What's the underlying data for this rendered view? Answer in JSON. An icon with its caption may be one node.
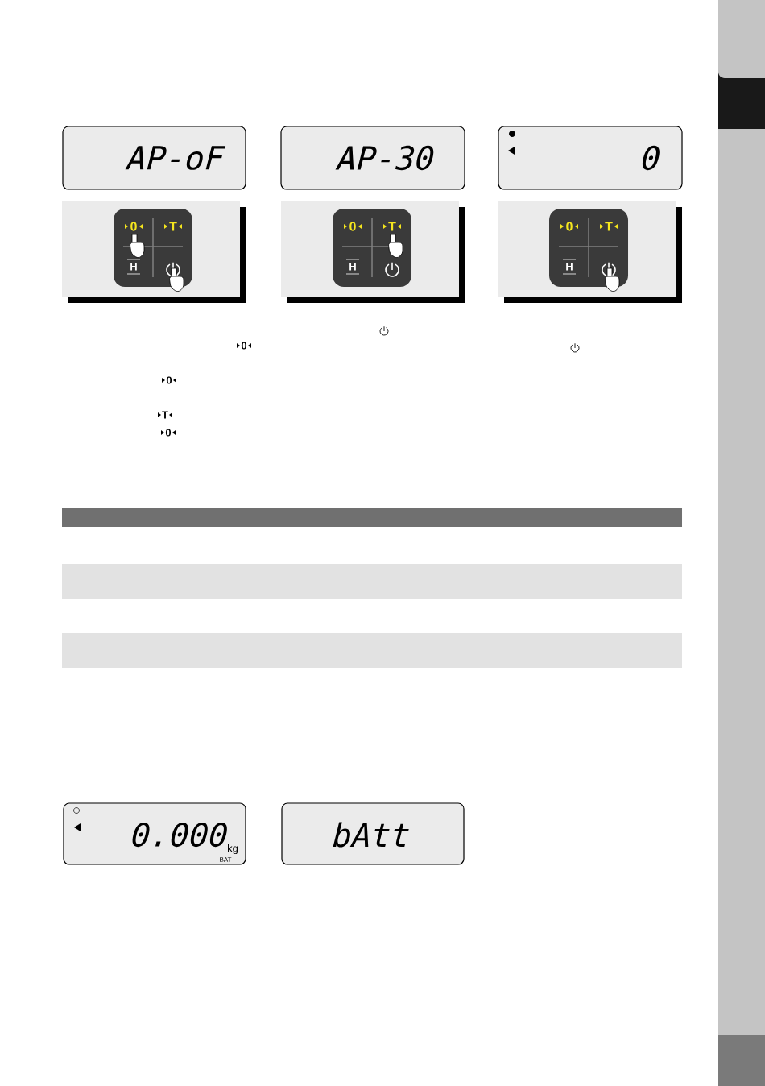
{
  "diagram": {
    "nodes": [
      {
        "text": [
          "AP-oF"
        ]
      },
      {
        "text": [
          "AP-30"
        ]
      },
      {
        "text": [
          "0"
        ]
      },
      {
        "text": [
          "0.000",
          "kg",
          "BAT"
        ]
      },
      {
        "text": [
          "bAtt"
        ]
      }
    ],
    "labels": [
      "0",
      "T",
      "H",
      "0",
      "T",
      "H",
      "0",
      "T",
      "H",
      "0",
      "0",
      "T",
      "0"
    ]
  }
}
